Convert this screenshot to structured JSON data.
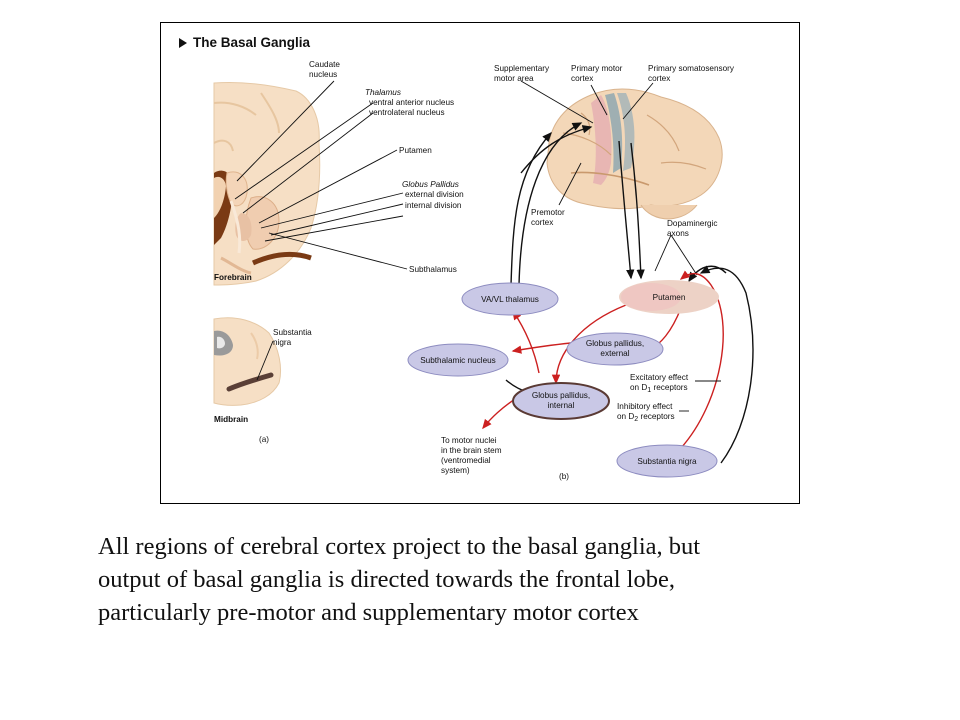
{
  "figure": {
    "title": "The Basal Ganglia",
    "panel_a": {
      "label": "(a)",
      "forebrain_label": "Forebrain",
      "midbrain_label": "Midbrain",
      "labels": {
        "caudate_1": "Caudate",
        "caudate_2": "nucleus",
        "thalamus": "Thalamus",
        "thalamus_va": "ventral anterior nucleus",
        "thalamus_vl": "ventrolateral nucleus",
        "putamen": "Putamen",
        "globus_pallidus": "Globus Pallidus",
        "gp_external": "external division",
        "gp_internal": "internal division",
        "subthalamus": "Subthalamus",
        "substantia_nigra_1": "Substantia",
        "substantia_nigra_2": "nigra"
      }
    },
    "panel_b": {
      "label": "(b)",
      "cortex_labels": {
        "sma_1": "Supplementary",
        "sma_2": "motor area",
        "pm_1": "Primary motor",
        "pm_2": "cortex",
        "ps_1": "Primary somatosensory",
        "ps_2": "cortex",
        "premotor_1": "Premotor",
        "premotor_2": "cortex",
        "dopa_1": "Dopaminergic",
        "dopa_2": "axons"
      },
      "nodes": {
        "thalamus": "VA/VL thalamus",
        "putamen": "Putamen",
        "gp_external_1": "Globus pallidus,",
        "gp_external_2": "external",
        "subthalamic": "Subthalamic nucleus",
        "gp_internal_1": "Globus pallidus,",
        "gp_internal_2": "internal",
        "substantia_nigra": "Substantia nigra"
      },
      "legend": {
        "excitatory_1": "Excitatory effect",
        "excitatory_2": "on D",
        "excitatory_sub": "1",
        "excitatory_3": " receptors",
        "inhibitory_1": "Inhibitory effect",
        "inhibitory_2": "on D",
        "inhibitory_sub": "2",
        "inhibitory_3": " receptors"
      },
      "motor_nuclei": [
        "To motor nuclei",
        "in the brain stem",
        "(ventromedial",
        "system)"
      ]
    },
    "colors": {
      "node_fill": "#c9c8e6",
      "node_stroke": "#8d8cc0",
      "putamen_fill": "#edd2c6",
      "tissue": "#f6dfc5",
      "tissue_dark": "#e9c29c",
      "excitatory": "#cc2020",
      "inhibitory": "#111111"
    }
  },
  "caption": {
    "line1": "All regions of  cerebral cortex project to the basal ganglia, but",
    "line2": "output of  basal ganglia is directed towards the frontal lobe,",
    "line3": "particularly pre-motor and supplementary motor cortex"
  }
}
